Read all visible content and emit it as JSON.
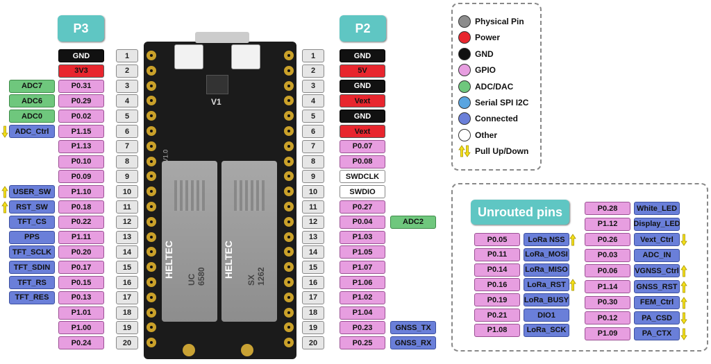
{
  "titles": {
    "p3": "P3",
    "p2": "P2",
    "unrouted": "Unrouted pins"
  },
  "legend": [
    {
      "label": "Physical Pin",
      "color": "#8c8c8c"
    },
    {
      "label": "Power",
      "color": "#e8262e"
    },
    {
      "label": "GND",
      "color": "#111111"
    },
    {
      "label": "GPIO",
      "color": "#e79ee0"
    },
    {
      "label": "ADC/DAC",
      "color": "#6fc77d"
    },
    {
      "label": "Serial SPI I2C",
      "color": "#5aa5e0"
    },
    {
      "label": "Connected",
      "color": "#6a7fd9"
    },
    {
      "label": "Other",
      "color": "#ffffff"
    },
    {
      "label": "Pull Up/Down",
      "color": "#f5e11a"
    }
  ],
  "board_text": {
    "version": "V1.0",
    "v1": "V1",
    "chip1_brand": "HELTEC",
    "chip1_model": "UC 6580",
    "chip2_brand": "HELTEC",
    "chip2_model": "SX 1262"
  },
  "p3": [
    {
      "num": "1",
      "name": "GND",
      "type": "gnd",
      "extra": null,
      "pull": null
    },
    {
      "num": "2",
      "name": "3V3",
      "type": "pwr",
      "extra": null,
      "pull": null
    },
    {
      "num": "3",
      "name": "P0.31",
      "type": "gpio",
      "extra": "ADC7",
      "extraType": "adc",
      "pull": null
    },
    {
      "num": "4",
      "name": "P0.29",
      "type": "gpio",
      "extra": "ADC6",
      "extraType": "adc",
      "pull": null
    },
    {
      "num": "5",
      "name": "P0.02",
      "type": "gpio",
      "extra": "ADC0",
      "extraType": "adc",
      "pull": null
    },
    {
      "num": "6",
      "name": "P1.15",
      "type": "gpio",
      "extra": "ADC_Ctrl",
      "extraType": "conn",
      "pull": "down"
    },
    {
      "num": "7",
      "name": "P1.13",
      "type": "gpio",
      "extra": null,
      "pull": null
    },
    {
      "num": "8",
      "name": "P0.10",
      "type": "gpio",
      "extra": null,
      "pull": null
    },
    {
      "num": "9",
      "name": "P0.09",
      "type": "gpio",
      "extra": null,
      "pull": null
    },
    {
      "num": "10",
      "name": "P1.10",
      "type": "gpio",
      "extra": "USER_SW",
      "extraType": "conn",
      "pull": "up"
    },
    {
      "num": "11",
      "name": "P0.18",
      "type": "gpio",
      "extra": "RST_SW",
      "extraType": "conn",
      "pull": "up"
    },
    {
      "num": "12",
      "name": "P0.22",
      "type": "gpio",
      "extra": "TFT_CS",
      "extraType": "conn",
      "pull": null
    },
    {
      "num": "13",
      "name": "P1.11",
      "type": "gpio",
      "extra": "PPS",
      "extraType": "conn",
      "pull": null
    },
    {
      "num": "14",
      "name": "P0.20",
      "type": "gpio",
      "extra": "TFT_SCLK",
      "extraType": "conn",
      "pull": null
    },
    {
      "num": "15",
      "name": "P0.17",
      "type": "gpio",
      "extra": "TFT_SDIN",
      "extraType": "conn",
      "pull": null
    },
    {
      "num": "16",
      "name": "P0.15",
      "type": "gpio",
      "extra": "TFT_RS",
      "extraType": "conn",
      "pull": null
    },
    {
      "num": "17",
      "name": "P0.13",
      "type": "gpio",
      "extra": "TFT_RES",
      "extraType": "conn",
      "pull": null
    },
    {
      "num": "18",
      "name": "P1.01",
      "type": "gpio",
      "extra": null,
      "pull": null
    },
    {
      "num": "19",
      "name": "P1.00",
      "type": "gpio",
      "extra": null,
      "pull": null
    },
    {
      "num": "20",
      "name": "P0.24",
      "type": "gpio",
      "extra": null,
      "pull": null
    }
  ],
  "p2": [
    {
      "num": "1",
      "name": "GND",
      "type": "gnd",
      "extra": null
    },
    {
      "num": "2",
      "name": "5V",
      "type": "pwr",
      "extra": null
    },
    {
      "num": "3",
      "name": "GND",
      "type": "gnd",
      "extra": null
    },
    {
      "num": "4",
      "name": "Vext",
      "type": "pwr",
      "extra": null
    },
    {
      "num": "5",
      "name": "GND",
      "type": "gnd",
      "extra": null
    },
    {
      "num": "6",
      "name": "Vext",
      "type": "pwr",
      "extra": null
    },
    {
      "num": "7",
      "name": "P0.07",
      "type": "gpio",
      "extra": null
    },
    {
      "num": "8",
      "name": "P0.08",
      "type": "gpio",
      "extra": null
    },
    {
      "num": "9",
      "name": "SWDCLK",
      "type": "other",
      "extra": null
    },
    {
      "num": "10",
      "name": "SWDIO",
      "type": "other",
      "extra": null
    },
    {
      "num": "11",
      "name": "P0.27",
      "type": "gpio",
      "extra": null
    },
    {
      "num": "12",
      "name": "P0.04",
      "type": "gpio",
      "extra": "ADC2",
      "extraType": "adc"
    },
    {
      "num": "13",
      "name": "P1.03",
      "type": "gpio",
      "extra": null
    },
    {
      "num": "14",
      "name": "P1.05",
      "type": "gpio",
      "extra": null
    },
    {
      "num": "15",
      "name": "P1.07",
      "type": "gpio",
      "extra": null
    },
    {
      "num": "16",
      "name": "P1.06",
      "type": "gpio",
      "extra": null
    },
    {
      "num": "17",
      "name": "P1.02",
      "type": "gpio",
      "extra": null
    },
    {
      "num": "18",
      "name": "P1.04",
      "type": "gpio",
      "extra": null
    },
    {
      "num": "19",
      "name": "P0.23",
      "type": "gpio",
      "extra": "GNSS_TX",
      "extraType": "conn"
    },
    {
      "num": "20",
      "name": "P0.25",
      "type": "gpio",
      "extra": "GNSS_RX",
      "extraType": "conn"
    }
  ],
  "unrouted_left": [
    {
      "pin": "P0.05",
      "func": "LoRa NSS",
      "pull": "up"
    },
    {
      "pin": "P0.11",
      "func": "LoRa_MOSI",
      "pull": null
    },
    {
      "pin": "P0.14",
      "func": "LoRa_MISO",
      "pull": null
    },
    {
      "pin": "P0.16",
      "func": "LoRa_RST",
      "pull": "up"
    },
    {
      "pin": "P0.19",
      "func": "LoRa_BUSY",
      "pull": null
    },
    {
      "pin": "P0.21",
      "func": "DIO1",
      "pull": null
    },
    {
      "pin": "P1.08",
      "func": "LoRa_SCK",
      "pull": null
    }
  ],
  "unrouted_right": [
    {
      "pin": "P0.28",
      "func": "White_LED",
      "pull": null
    },
    {
      "pin": "P1.12",
      "func": "Display_LED",
      "pull": null
    },
    {
      "pin": "P0.26",
      "func": "Vext_Ctrl",
      "pull": "down"
    },
    {
      "pin": "P0.03",
      "func": "ADC_IN",
      "pull": null
    },
    {
      "pin": "P0.06",
      "func": "VGNSS_Ctrl",
      "pull": "up"
    },
    {
      "pin": "P1.14",
      "func": "GNSS_RST",
      "pull": "up"
    },
    {
      "pin": "P0.30",
      "func": "FEM_Ctrl",
      "pull": "up"
    },
    {
      "pin": "P0.12",
      "func": "PA_CSD",
      "pull": "down"
    },
    {
      "pin": "P1.09",
      "func": "PA_CTX",
      "pull": "down"
    }
  ]
}
